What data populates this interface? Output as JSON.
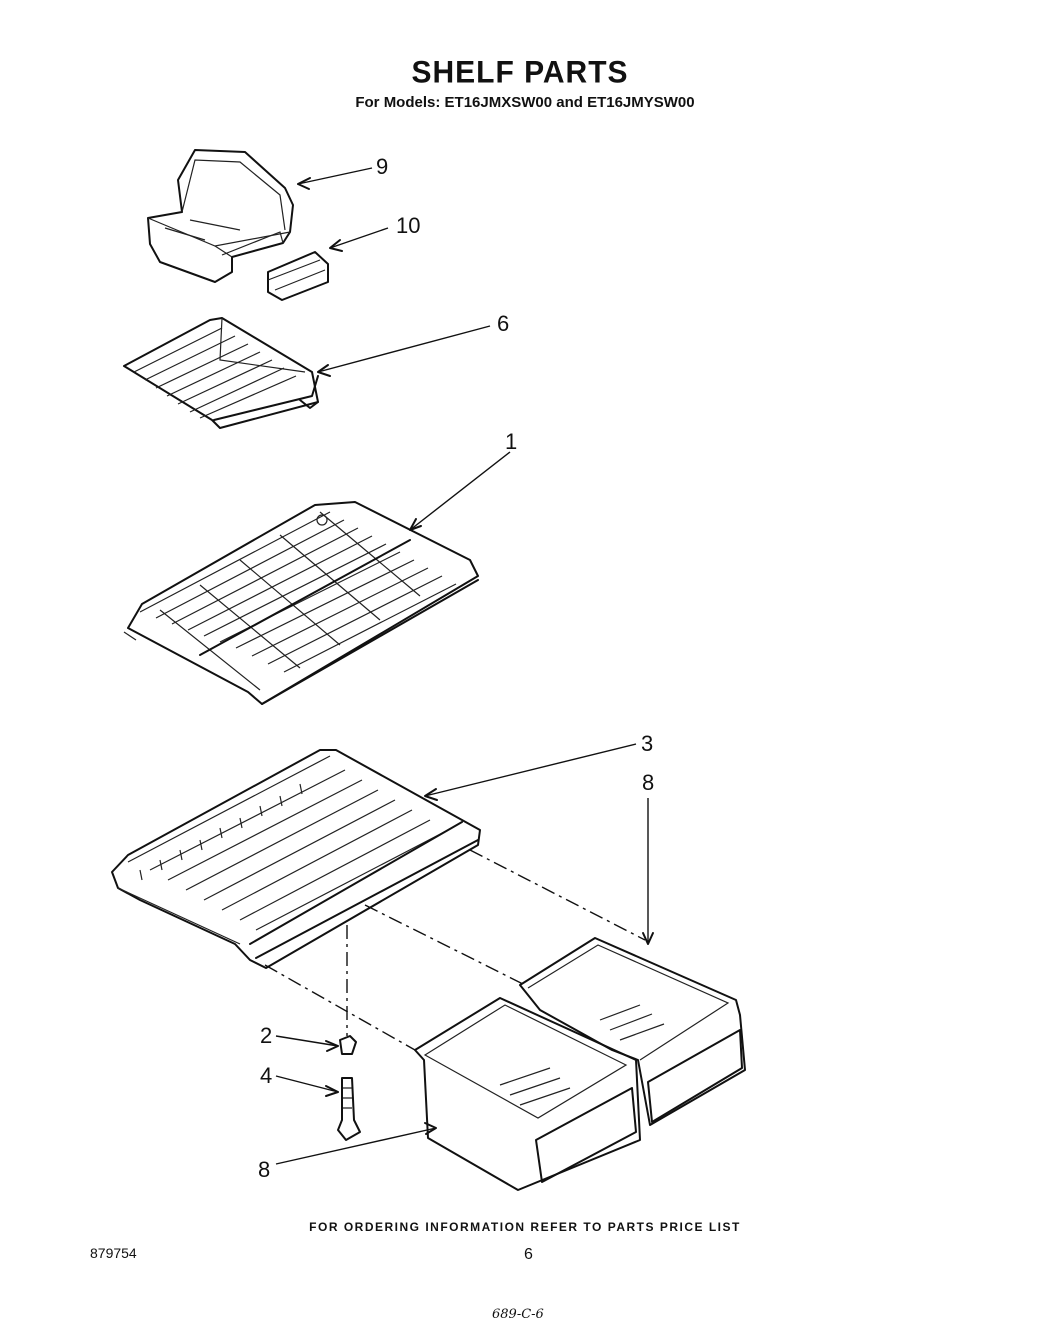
{
  "header": {
    "title": "SHELF PARTS",
    "subtitle": "For Models: ET16JMXSW00 and ET16JMYSW00"
  },
  "callouts": {
    "part_9": "9",
    "part_10": "10",
    "part_6": "6",
    "part_1": "1",
    "part_3": "3",
    "part_8_upper": "8",
    "part_2": "2",
    "part_4": "4",
    "part_8_lower": "8"
  },
  "footer": {
    "ordering_note": "FOR ORDERING INFORMATION REFER TO PARTS PRICE LIST",
    "document_number": "879754",
    "page_number": "6",
    "handwritten_note": "689-C-6"
  }
}
